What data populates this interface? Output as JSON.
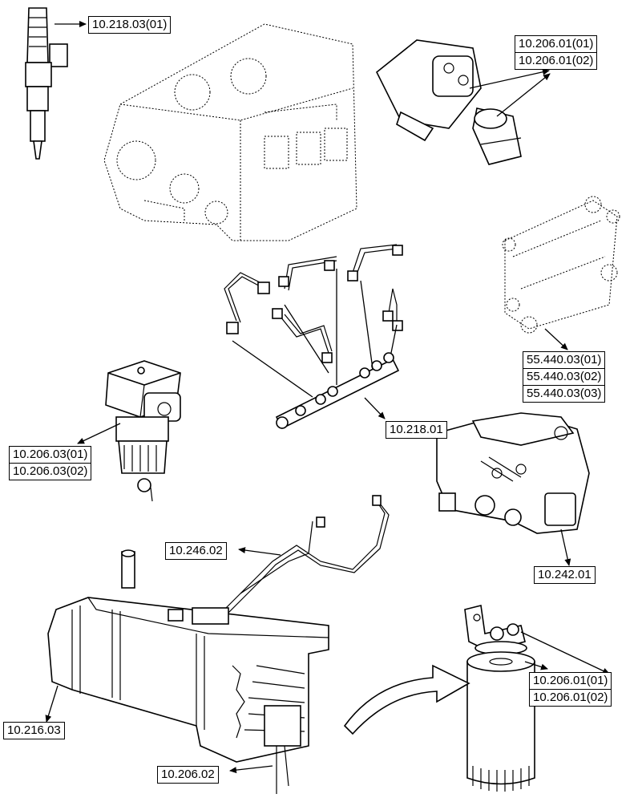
{
  "callouts": {
    "injector": [
      "10.218.03(01)"
    ],
    "oil_filter_head": [
      "10.206.01(01)",
      "10.206.01(02)"
    ],
    "manifold": [
      "55.440.03(01)",
      "55.440.03(02)",
      "55.440.03(03)"
    ],
    "fuel_rail": [
      "10.218.01"
    ],
    "fuel_prefilter": [
      "10.206.03(01)",
      "10.206.03(02)"
    ],
    "pipes": [
      "10.246.02"
    ],
    "hp_pump": [
      "10.242.01"
    ],
    "tank": [
      "10.216.03"
    ],
    "fuel_filter": [
      "10.206.01(01)",
      "10.206.01(02)"
    ],
    "tank_sender": [
      "10.206.02"
    ]
  },
  "colors": {
    "line": "#000000",
    "background": "#ffffff"
  }
}
